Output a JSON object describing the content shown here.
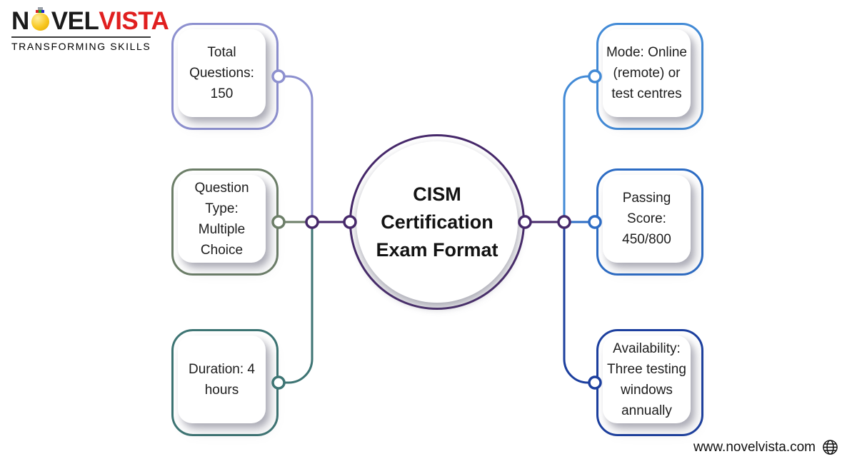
{
  "header": {
    "logo": {
      "brand_prefix": "N",
      "brand_mid": "VEL",
      "brand_suffix": "VISTA",
      "tagline": "TRANSFORMING SKILLS",
      "bulb_icon": "lightbulb-icon"
    }
  },
  "diagram": {
    "center": {
      "title": "CISM Certification Exam Format",
      "title_lines": [
        "CISM",
        "Certification",
        "Exam Format"
      ],
      "border_color": "#46286a"
    },
    "left_nodes": [
      {
        "label": "Total Questions: 150",
        "color": "#8d90cf"
      },
      {
        "label": "Question Type: Multiple Choice",
        "color": "#6c7e68"
      },
      {
        "label": "Duration: 4 hours",
        "color": "#3d7473"
      }
    ],
    "right_nodes": [
      {
        "label": "Mode: Online (remote) or test centres",
        "color": "#428ad6"
      },
      {
        "label": "Passing Score: 450/800",
        "color": "#2d6cc4"
      },
      {
        "label": "Availability: Three testing windows annually",
        "color": "#1c3f9e"
      }
    ],
    "connector_color": "#46286a"
  },
  "footer": {
    "website": "www.novelvista.com",
    "globe_icon": "globe-icon"
  },
  "colors": {
    "brand_black": "#1b1b1b",
    "brand_red": "#e01f1f",
    "bulb_yellow": "#f5c518",
    "text": "#1d1d1d",
    "background": "#ffffff"
  }
}
